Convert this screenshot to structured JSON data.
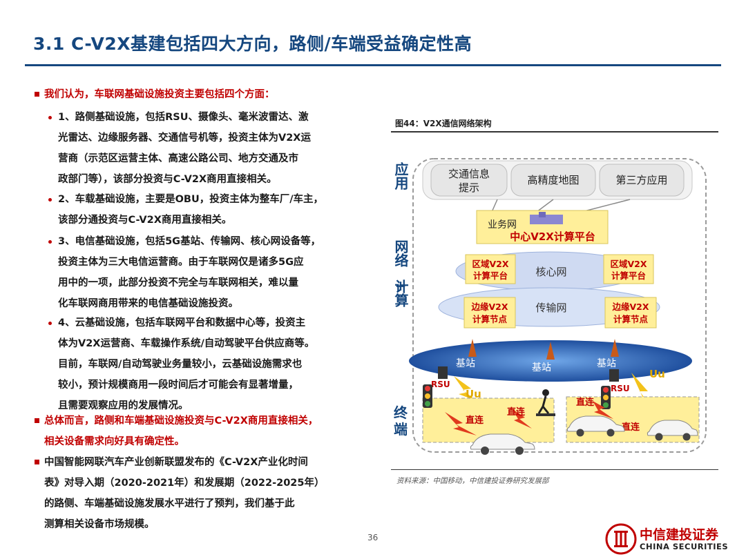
{
  "title": "3.1 C-V2X基建包括四大方向，路侧/车端受益确定性高",
  "left": {
    "intro": "我们认为，车联网基础设施投资主要包括四个方面：",
    "item1_lines": [
      "1、路侧基础设施，包括RSU、摄像头、毫米波雷达、激",
      "光雷达、边缘服务器、交通信号机等，投资主体为V2X运",
      "营商（示范区运营主体、高速公路公司、地方交通及市",
      "政部门等），该部分投资与C-V2X商用直接相关。"
    ],
    "item2_lines": [
      "2、车载基础设施，主要是OBU，投资主体为整车厂/车主，",
      "该部分通投资与C-V2X商用直接相关。"
    ],
    "item3_lines": [
      "3、电信基础设施，包括5G基站、传输网、核心网设备等，",
      "投资主体为三大电信运营商。由于车联网仅是诸多5G应",
      "用中的一项，此部分投资不完全与车联网相关，难以量",
      "化车联网商用带来的电信基础设施投资。"
    ],
    "item4_lines": [
      "4、云基础设施，包括车联网平台和数据中心等，投资主",
      "体为V2X运营商、车载操作系统/自动驾驶平台供应商等。",
      "目前，车联网/自动驾驶业务量较小，云基础设施需求也",
      "较小，预计规模商用一段时间后才可能会有显著增量，",
      "且需要观察应用的发展情况。"
    ],
    "summary_lines": [
      "总体而言，路侧和车端基础设施投资与C-V2X商用直接相关，",
      "相关设备需求向好具有确定性。"
    ],
    "last_lines": [
      "中国智能网联汽车产业创新联盟发布的《C-V2X产业化时间",
      "表》对导入期（2020-2021年）和发展期（2022-2025年）",
      "的路侧、车端基础设施发展水平进行了预判，我们基于此",
      "测算相关设备市场规模。"
    ]
  },
  "figure": {
    "caption": "图44：V2X通信网络架构",
    "source": "资料来源：中国移动，中信建投证券研究发展部",
    "layers": {
      "app": "应用",
      "net_top": "网络",
      "plus": "+",
      "net_bottom": "计算",
      "term_top": "终",
      "term_bottom": "端"
    },
    "apps": {
      "traffic_line1": "交通信息",
      "traffic_line2": "提示",
      "hdmap": "高精度地图",
      "third": "第三方应用"
    },
    "business_net": "业务网",
    "central_platform": "中心V2X计算平台",
    "core_net": "核心网",
    "transport_net": "传输网",
    "regional_line1": "区域V2X",
    "regional_line2": "计算平台",
    "edge_line1": "边缘V2X",
    "edge_line2": "计算节点",
    "base_station": "基站",
    "rsu": "RSU",
    "uu": "Uu",
    "direct": "直连"
  },
  "colors": {
    "title": "#15477f",
    "accent_red": "#c00000",
    "box_fill": "#ffef9a",
    "box_text": "#c00000",
    "cloud_blue": "#2d6cc0"
  },
  "page_number": "36",
  "logo": {
    "cn": "中信建投证券",
    "en": "CHINA SECURITIES"
  }
}
